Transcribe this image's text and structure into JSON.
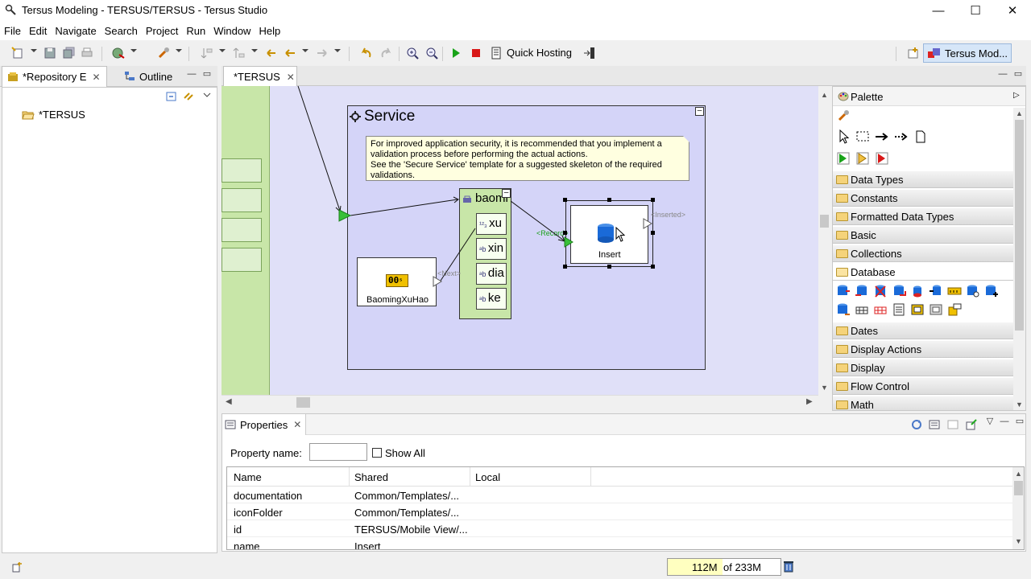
{
  "window": {
    "title": "Tersus Modeling - TERSUS/TERSUS - Tersus Studio",
    "minimize": "—",
    "maximize": "☐",
    "close": "✕"
  },
  "menu": [
    "File",
    "Edit",
    "Navigate",
    "Search",
    "Project",
    "Run",
    "Window",
    "Help"
  ],
  "toolbar": {
    "quick_hosting": "Quick Hosting",
    "perspective": "Tersus Mod..."
  },
  "left_view": {
    "tabs": [
      {
        "label": "*Repository E"
      },
      {
        "label": "Outline"
      }
    ],
    "tree": [
      {
        "label": "*TERSUS"
      }
    ]
  },
  "editor": {
    "tab_label": "*TERSUS",
    "service": {
      "title": "Service",
      "note": [
        "For improved application security, it is recommended that you implement a",
        "validation process  before performing the actual actions.",
        "See the 'Secure Service' template for a suggested skeleton of the required",
        "validations."
      ],
      "baoming_box": {
        "title": "baomi",
        "fields": [
          "xu",
          "xin",
          "dia",
          "ke"
        ]
      },
      "counter": {
        "glyph": "00",
        "label": "BaomingXuHao",
        "port_label": "<Next>"
      },
      "insert": {
        "label": "Insert",
        "in_port": "<Record>",
        "out_port": "<Inserted>"
      }
    }
  },
  "palette": {
    "title": "Palette",
    "drawers": [
      "Data Types",
      "Constants",
      "Formatted Data Types",
      "Basic",
      "Collections",
      "Database",
      "Dates",
      "Display Actions",
      "Display",
      "Flow Control",
      "Math"
    ]
  },
  "properties": {
    "tab_label": "Properties",
    "property_name_label": "Property name:",
    "property_name_value": "",
    "show_all_label": "Show All",
    "columns": [
      "Name",
      "Shared",
      "Local"
    ],
    "rows": [
      {
        "name": "documentation",
        "shared": "Common/Templates/...",
        "local": ""
      },
      {
        "name": "iconFolder",
        "shared": "Common/Templates/...",
        "local": ""
      },
      {
        "name": "id",
        "shared": "TERSUS/Mobile View/...",
        "local": ""
      },
      {
        "name": "name",
        "shared": "Insert",
        "local": ""
      }
    ]
  },
  "status": {
    "memory_used": "112M",
    "memory_total": "of 233M"
  },
  "colors": {
    "canvas_bg": "#e0e0f8",
    "green_bar": "#c8e6a8",
    "note_bg": "#ffffe0",
    "flow_green": "#38c038"
  }
}
